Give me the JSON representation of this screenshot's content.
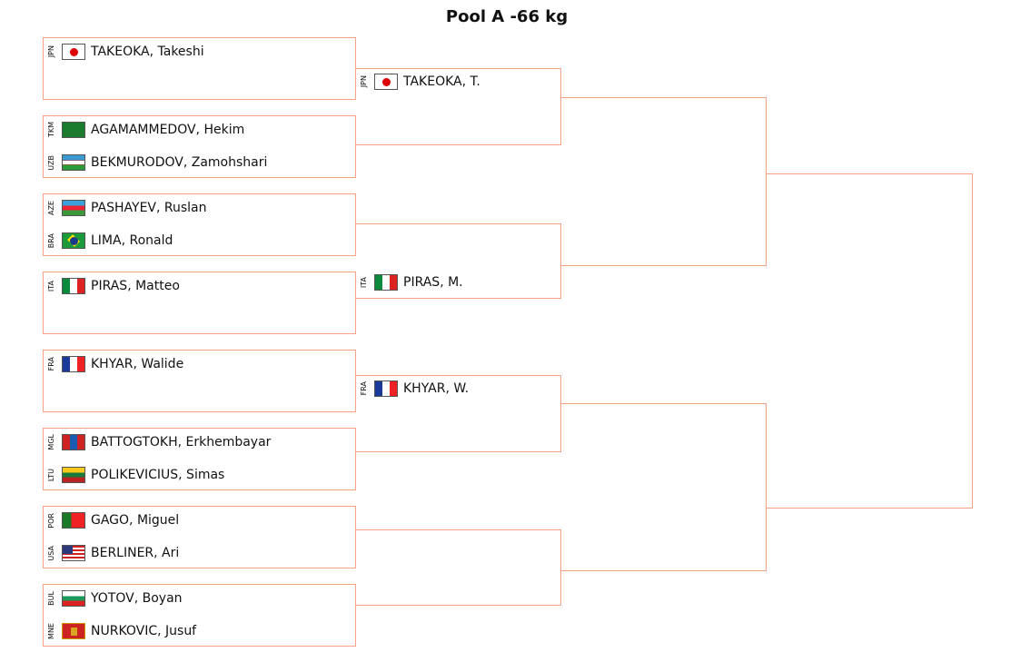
{
  "title": "Pool A -66 kg",
  "round1": [
    [
      {
        "code": "JPN",
        "name": "TAKEOKA, Takeshi"
      },
      null
    ],
    [
      {
        "code": "TKM",
        "name": "AGAMAMMEDOV, Hekim"
      },
      {
        "code": "UZB",
        "name": "BEKMURODOV, Zamohshari"
      }
    ],
    [
      {
        "code": "AZE",
        "name": "PASHAYEV, Ruslan"
      },
      {
        "code": "BRA",
        "name": "LIMA, Ronald"
      }
    ],
    [
      {
        "code": "ITA",
        "name": "PIRAS, Matteo"
      },
      null
    ],
    [
      {
        "code": "FRA",
        "name": "KHYAR, Walide"
      },
      null
    ],
    [
      {
        "code": "MGL",
        "name": "BATTOGTOKH, Erkhembayar"
      },
      {
        "code": "LTU",
        "name": "POLIKEVICIUS, Simas"
      }
    ],
    [
      {
        "code": "POR",
        "name": "GAGO, Miguel"
      },
      {
        "code": "USA",
        "name": "BERLINER, Ari"
      }
    ],
    [
      {
        "code": "BUL",
        "name": "YOTOV, Boyan"
      },
      {
        "code": "MNE",
        "name": "NURKOVIC, Jusuf"
      }
    ]
  ],
  "round2": [
    {
      "code": "JPN",
      "name": "TAKEOKA, T.",
      "slot": "top"
    },
    {
      "code": "ITA",
      "name": "PIRAS, M.",
      "slot": "bottom"
    },
    {
      "code": "FRA",
      "name": "KHYAR, W.",
      "slot": "top"
    },
    null
  ],
  "line_color": "#f4a283"
}
